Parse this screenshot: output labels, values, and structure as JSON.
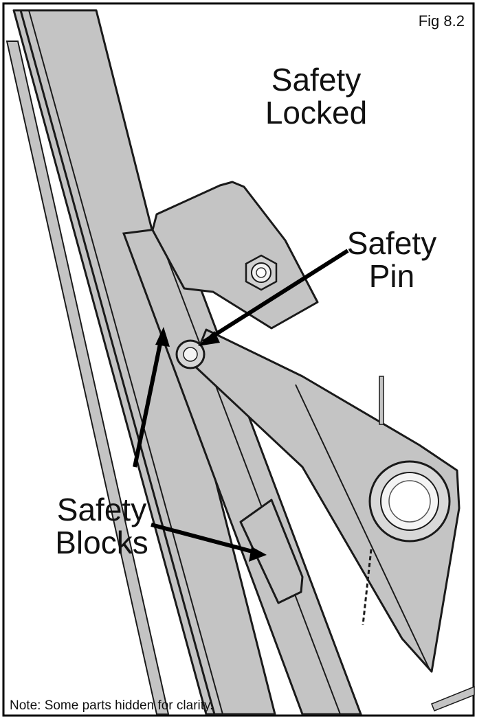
{
  "figure_number": "Fig 8.2",
  "state_label": {
    "line1": "Safety",
    "line2": "Locked"
  },
  "pin_label": {
    "line1": "Safety",
    "line2": "Pin"
  },
  "blocks_label": {
    "line1": "Safety",
    "line2": "Blocks"
  },
  "note": "Note: Some parts hidden for clarity.",
  "colors": {
    "part_fill": "#c4c4c4",
    "outline": "#1a1a1a",
    "frame": "#000000",
    "background": "#ffffff"
  }
}
